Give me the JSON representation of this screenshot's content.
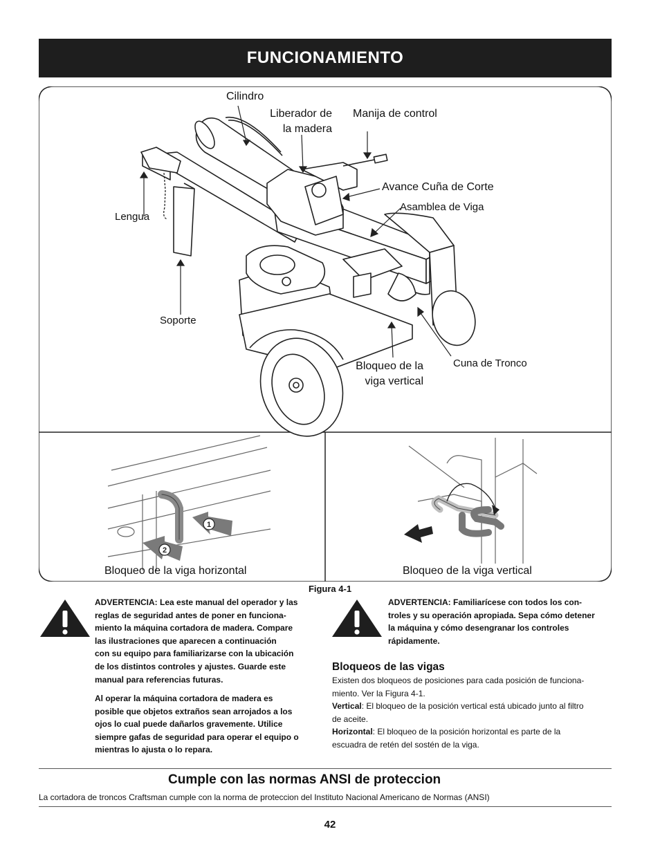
{
  "header": {
    "title": "FUNCIONAMIENTO"
  },
  "figure": {
    "callouts": {
      "cylinder": "Cilindro",
      "wood_release_line1": "Liberador de",
      "wood_release_line2": "la madera",
      "control_handle": "Manija de control",
      "wedge_advance": "Avance Cuña de Corte",
      "beam_assembly": "Asamblea de Viga",
      "tongue": "Lengua",
      "stand": "Soporte",
      "vertical_lock_line1": "Bloqueo de la",
      "vertical_lock_line2": "viga vertical",
      "log_cradle": "Cuna de Tronco"
    },
    "panel_horizontal_caption": "Bloqueo de la viga horizontal",
    "panel_vertical_caption": "Bloqueo de la viga vertical",
    "step_1": "1",
    "step_2": "2",
    "label": "Figura 4-1"
  },
  "warning_left": {
    "paragraph_1": [
      "ADVERTENCIA: Lea este manual del operador y las",
      "reglas de seguridad antes de poner en funciona-",
      "miento la máquina cortadora de madera. Compare",
      "las ilustraciones que aparecen a continuación",
      "con su equipo para familiarizarse con la ubicación",
      "de los distintos controles y ajustes. Guarde este",
      "manual para referencias futuras."
    ],
    "paragraph_2": [
      "Al operar la máquina cortadora de madera es",
      "posible que objetos extraños sean arrojados a los",
      "ojos lo cual puede dañarlos gravemente. Utilice",
      "siempre gafas de seguridad para operar el equipo o",
      "mientras lo ajusta o lo repara."
    ]
  },
  "warning_right": {
    "lines": [
      "ADVERTENCIA: Familiarícese con todos los con-",
      "troles y su operación apropiada. Sepa cómo detener",
      "la máquina y cómo desengranar los controles",
      "rápidamente."
    ]
  },
  "beam_locks": {
    "title": "Bloqueos de las vigas",
    "intro_1": "Existen dos bloqueos de posiciones para cada posición de funciona-",
    "intro_2": "miento. Ver la Figura 4-1.",
    "vertical_term": "Vertical",
    "vertical_text_1": ": El bloqueo de la posición vertical está ubicado junto al filtro",
    "vertical_text_2": "de aceite.",
    "horizontal_term": "Horizontal",
    "horizontal_text_1": ": El bloqueo de la posición horizontal es parte de la",
    "horizontal_text_2": "escuadra de retén del sostén de la viga."
  },
  "ansi": {
    "title": "Cumple con las normas ANSI de proteccion",
    "text": "La cortadora de troncos Craftsman cumple con la norma de proteccion del Instituto Nacional Americano de Normas (ANSI)"
  },
  "page_number": "42"
}
